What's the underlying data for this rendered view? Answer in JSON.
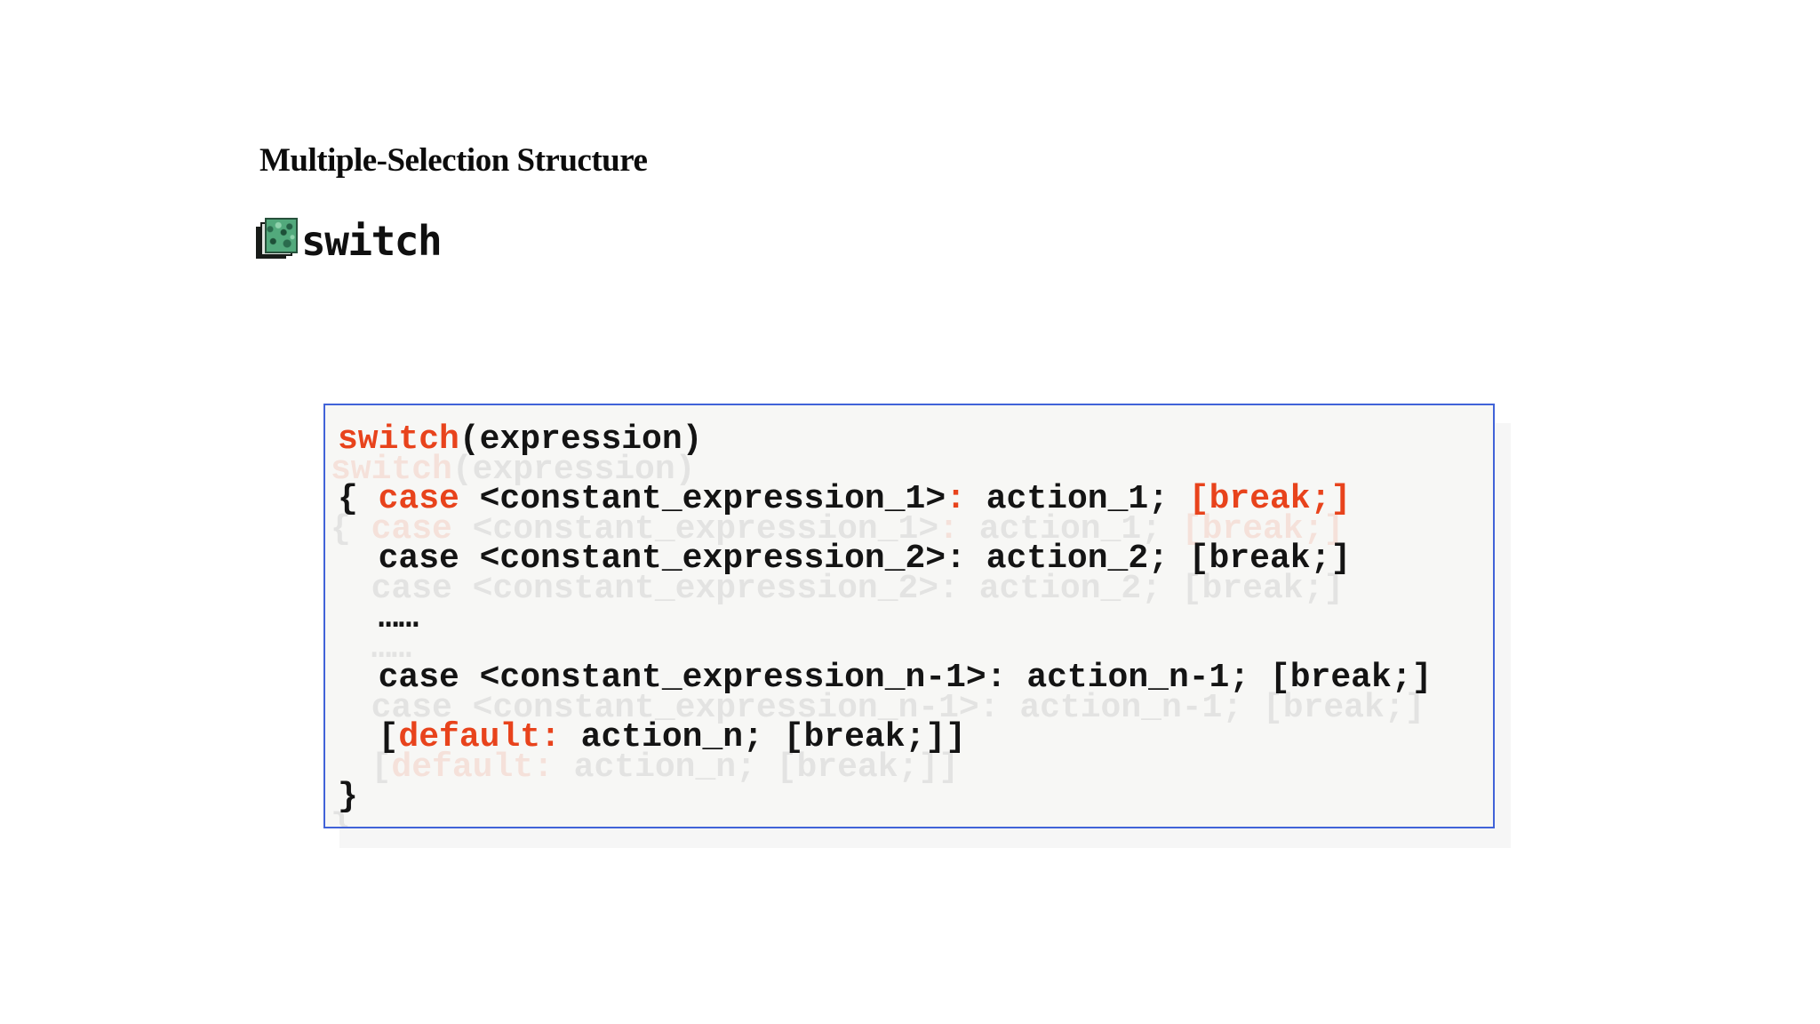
{
  "title": "Multiple-Selection Structure",
  "heading": {
    "label": "switch",
    "icon": "green-note-icon"
  },
  "colors": {
    "page_bg": "#ffffff",
    "title_text": "#0c0c0c",
    "code_text": "#141414",
    "keyword_red": "#e8431c",
    "box_border_blue": "#4163d8",
    "box_bg": "#f7f7f5",
    "icon_green": "#52a97c",
    "icon_dark": "#181c19"
  },
  "code": {
    "lines": [
      {
        "tokens": [
          {
            "text": "switch",
            "color": "red"
          },
          {
            "text": "(expression)",
            "color": "black"
          }
        ]
      },
      {
        "tokens": [
          {
            "text": "{ ",
            "color": "black"
          },
          {
            "text": "case",
            "color": "red"
          },
          {
            "text": " <constant_expression_1>",
            "color": "black"
          },
          {
            "text": ":",
            "color": "red"
          },
          {
            "text": " action_1; ",
            "color": "black"
          },
          {
            "text": "[break;]",
            "color": "red"
          }
        ]
      },
      {
        "tokens": [
          {
            "text": "  case <constant_expression_2>: action_2; [break;]",
            "color": "black"
          }
        ]
      },
      {
        "tokens": [
          {
            "text": "  ……",
            "color": "black"
          }
        ]
      },
      {
        "tokens": [
          {
            "text": "  case <constant_expression_n-1>: action_n-1; [break;]",
            "color": "black"
          }
        ]
      },
      {
        "tokens": [
          {
            "text": "  [",
            "color": "black"
          },
          {
            "text": "default:",
            "color": "red"
          },
          {
            "text": " action_n; [break;]]",
            "color": "black"
          }
        ]
      },
      {
        "tokens": [
          {
            "text": "}",
            "color": "black"
          }
        ]
      }
    ]
  }
}
